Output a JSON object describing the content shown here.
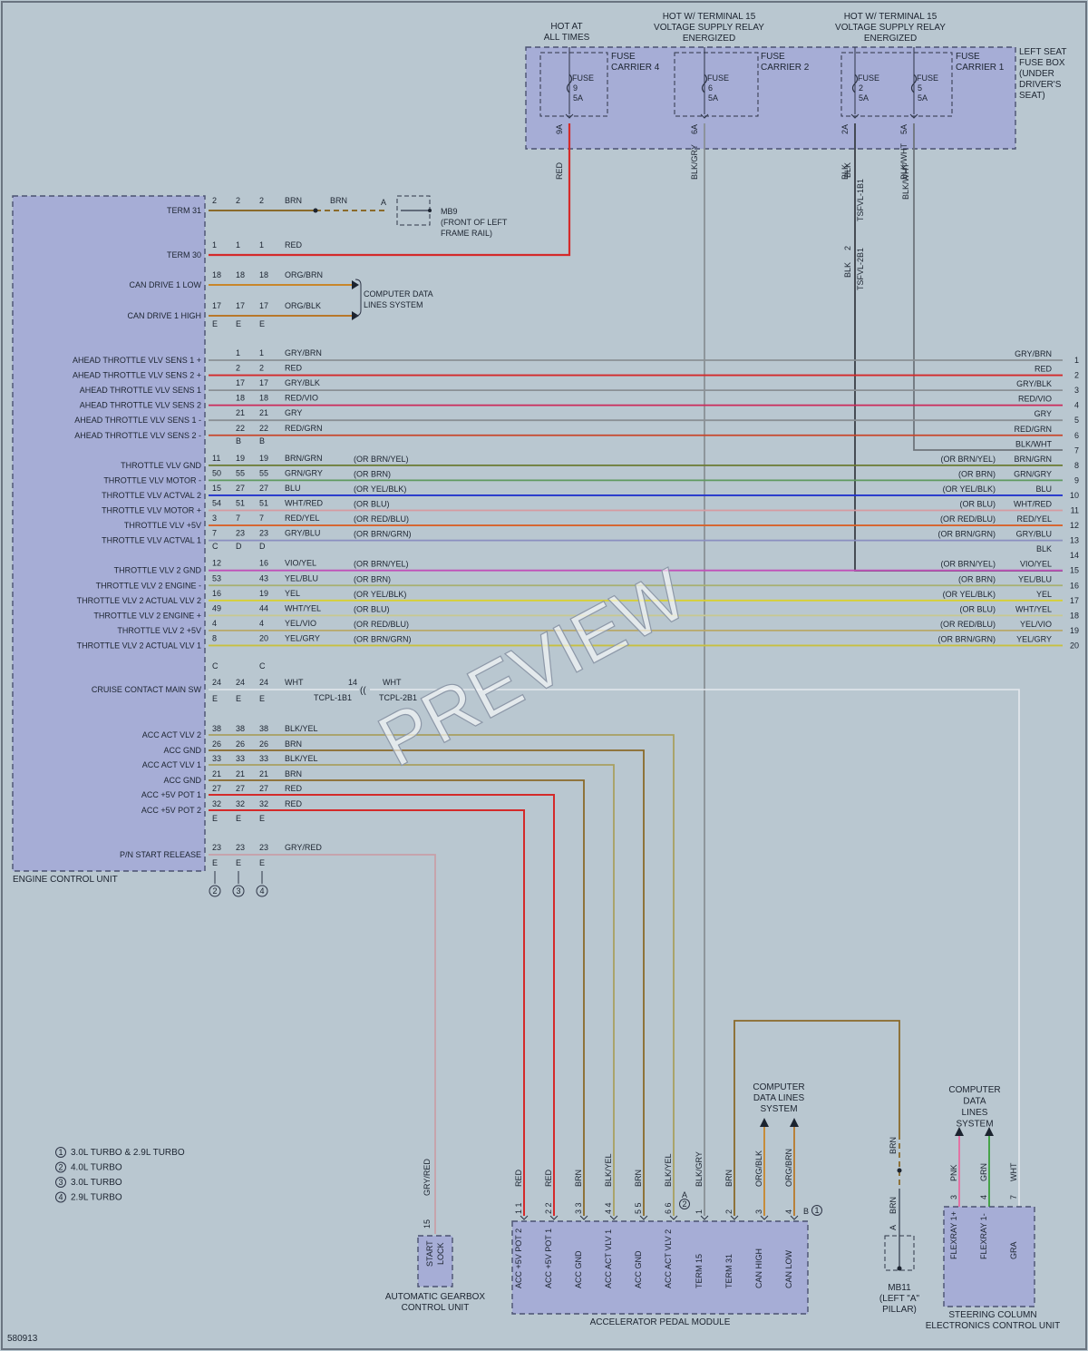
{
  "diagram_id": "580913",
  "watermark": "PREVIEW",
  "power_labels": [
    "HOT AT",
    "ALL TIMES",
    "HOT W/ TERMINAL 15",
    "VOLTAGE SUPPLY RELAY",
    "ENERGIZED"
  ],
  "fuse_box": {
    "label_lines": [
      "LEFT SEAT",
      "FUSE BOX",
      "(UNDER",
      "DRIVER'S",
      "SEAT)"
    ],
    "carriers": [
      "FUSE CARRIER 4",
      "FUSE CARRIER 2",
      "FUSE CARRIER 1"
    ],
    "fuses": [
      {
        "name": "FUSE",
        "num": "9",
        "amp": "5A",
        "pin": "9A",
        "wire": "RED"
      },
      {
        "name": "FUSE",
        "num": "6",
        "amp": "5A",
        "pin": "6A",
        "wire": "BLK/GRY"
      },
      {
        "name": "FUSE",
        "num": "2",
        "amp": "5A",
        "pin": "2A",
        "wire": "BLK"
      },
      {
        "name": "FUSE",
        "num": "5",
        "amp": "5A",
        "pin": "5A",
        "wire": "BLK/WHT"
      }
    ]
  },
  "splices": [
    "TSFVL-1B1",
    "TSFVL-2B1",
    "TCPL-1B1",
    "TCPL-2B1"
  ],
  "ground_mb9": {
    "id": "MB9",
    "desc1": "(FRONT OF LEFT",
    "desc2": "FRAME RAIL)",
    "pin": "A"
  },
  "ground_mb11": {
    "id": "MB11",
    "desc1": "(LEFT \"A\"",
    "desc2": "PILLAR)",
    "pin": "A"
  },
  "ecu": {
    "name": "ENGINE CONTROL UNIT",
    "connector_codes": [
      "B",
      "C",
      "D",
      "E",
      "E"
    ],
    "circuit_rows": [
      {
        "label": "TERM 31",
        "pins": [
          "2",
          "2",
          "2"
        ],
        "color": "BRN",
        "right": "BRN"
      },
      {
        "label": "TERM 30",
        "pins": [
          "1",
          "1",
          "1"
        ],
        "color": "RED",
        "right": ""
      },
      {
        "label": "CAN DRIVE 1 LOW",
        "pins": [
          "18",
          "18",
          "18"
        ],
        "color": "ORG/BRN",
        "right": ""
      },
      {
        "label": "CAN DRIVE 1 HIGH",
        "pins": [
          "17",
          "17",
          "17"
        ],
        "color": "ORG/BLK",
        "right": ""
      }
    ],
    "data_lines_label": [
      "COMPUTER DATA",
      "LINES SYSTEM"
    ],
    "legend_refs": [
      "2",
      "3",
      "4"
    ]
  },
  "throttle_rows": [
    {
      "label": "AHEAD THROTTLE VLV SENS 1 +",
      "pins": [
        "",
        "1",
        "1"
      ],
      "color": "GRY/BRN",
      "alt": "",
      "right": "GRY/BRN",
      "num": "1",
      "hex": "#8a9095"
    },
    {
      "label": "AHEAD THROTTLE VLV SENS 2 +",
      "pins": [
        "",
        "2",
        "2"
      ],
      "color": "RED",
      "alt": "",
      "right": "RED",
      "num": "2",
      "hex": "#d42a2a"
    },
    {
      "label": "AHEAD THROTTLE VLV SENS 1",
      "pins": [
        "",
        "17",
        "17"
      ],
      "color": "GRY/BLK",
      "alt": "",
      "right": "GRY/BLK",
      "num": "3",
      "hex": "#8a9095"
    },
    {
      "label": "AHEAD THROTTLE VLV SENS 2",
      "pins": [
        "",
        "18",
        "18"
      ],
      "color": "RED/VIO",
      "alt": "",
      "right": "RED/VIO",
      "num": "4",
      "hex": "#cc2a5a"
    },
    {
      "label": "AHEAD THROTTLE VLV SENS 1 -",
      "pins": [
        "",
        "21",
        "21"
      ],
      "color": "GRY",
      "alt": "",
      "right": "GRY",
      "num": "5",
      "hex": "#8a9095"
    },
    {
      "label": "AHEAD THROTTLE VLV SENS 2 -",
      "pins": [
        "",
        "22",
        "22"
      ],
      "color": "RED/GRN",
      "alt": "",
      "right": "RED/GRN",
      "num": "6",
      "hex": "#c8452a"
    },
    {
      "label": "",
      "pins": [
        "",
        "",
        ""
      ],
      "color": "",
      "alt": "",
      "right": "BLK/WHT",
      "num": "7",
      "hex": "#6f757c"
    },
    {
      "label": "THROTTLE VLV GND",
      "pins": [
        "11",
        "19",
        "19"
      ],
      "color": "BRN/GRN",
      "alt": "(OR BRN/YEL)",
      "right": "BRN/GRN",
      "num": "8",
      "hex": "#6a7a32"
    },
    {
      "label": "THROTTLE VLV MOTOR -",
      "pins": [
        "50",
        "55",
        "55"
      ],
      "color": "GRN/GRY",
      "alt": "(OR BRN)",
      "right": "GRN/GRY",
      "num": "9",
      "hex": "#5f9a5f"
    },
    {
      "label": "THROTTLE VLV ACTVAL 2",
      "pins": [
        "15",
        "27",
        "27"
      ],
      "color": "BLU",
      "alt": "(OR YEL/BLK)",
      "right": "BLU",
      "num": "10",
      "hex": "#2233cc"
    },
    {
      "label": "THROTTLE VLV MOTOR +",
      "pins": [
        "54",
        "51",
        "51"
      ],
      "color": "WHT/RED",
      "alt": "(OR BLU)",
      "right": "WHT/RED",
      "num": "11",
      "hex": "#d69aa0"
    },
    {
      "label": "THROTTLE VLV +5V",
      "pins": [
        "3",
        "7",
        "7"
      ],
      "color": "RED/YEL",
      "alt": "(OR RED/BLU)",
      "right": "RED/YEL",
      "num": "12",
      "hex": "#d8622a"
    },
    {
      "label": "THROTTLE VLV ACTVAL 1",
      "pins": [
        "7",
        "23",
        "23"
      ],
      "color": "GRY/BLU",
      "alt": "(OR BRN/GRN)",
      "right": "GRY/BLU",
      "num": "13",
      "hex": "#8a8fc0"
    },
    {
      "label": "",
      "pins": [
        "",
        "",
        ""
      ],
      "color": "",
      "alt": "",
      "right": "BLK",
      "num": "14",
      "hex": "#444"
    },
    {
      "label": "THROTTLE VLV 2 GND",
      "pins": [
        "12",
        "",
        "16"
      ],
      "color": "VIO/YEL",
      "alt": "(OR BRN/YEL)",
      "right": "VIO/YEL",
      "num": "15",
      "hex": "#c050b8"
    },
    {
      "label": "THROTTLE VLV 2 ENGINE -",
      "pins": [
        "53",
        "",
        "43"
      ],
      "color": "YEL/BLU",
      "alt": "(OR BRN)",
      "right": "YEL/BLU",
      "num": "16",
      "hex": "#a8b070"
    },
    {
      "label": "THROTTLE VLV 2 ACTUAL VLV 2",
      "pins": [
        "16",
        "",
        "19"
      ],
      "color": "YEL",
      "alt": "(OR YEL/BLK)",
      "right": "YEL",
      "num": "17",
      "hex": "#d8d030"
    },
    {
      "label": "THROTTLE VLV 2 ENGINE +",
      "pins": [
        "49",
        "",
        "44"
      ],
      "color": "WHT/YEL",
      "alt": "(OR BLU)",
      "right": "WHT/YEL",
      "num": "18",
      "hex": "#c8c890"
    },
    {
      "label": "THROTTLE VLV 2 +5V",
      "pins": [
        "4",
        "",
        "4"
      ],
      "color": "YEL/VIO",
      "alt": "(OR RED/BLU)",
      "right": "YEL/VIO",
      "num": "19",
      "hex": "#b8a868"
    },
    {
      "label": "THROTTLE VLV 2 ACTUAL VLV 1",
      "pins": [
        "8",
        "",
        "20"
      ],
      "color": "YEL/GRY",
      "alt": "(OR BRN/GRN)",
      "right": "YEL/GRY",
      "num": "20",
      "hex": "#c8c040"
    }
  ],
  "cruise": {
    "label": "CRUISE CONTACT MAIN SW",
    "pins": [
      "24",
      "24",
      "24"
    ],
    "color": "WHT",
    "pin2": "14",
    "color2": "WHT"
  },
  "acc_rows": [
    {
      "label": "ACC ACT VLV 2",
      "pins": [
        "38",
        "38",
        "38"
      ],
      "color": "BLK/YEL"
    },
    {
      "label": "ACC GND",
      "pins": [
        "26",
        "26",
        "26"
      ],
      "color": "BRN"
    },
    {
      "label": "ACC ACT VLV 1",
      "pins": [
        "33",
        "33",
        "33"
      ],
      "color": "BLK/YEL"
    },
    {
      "label": "ACC GND",
      "pins": [
        "21",
        "21",
        "21"
      ],
      "color": "BRN"
    },
    {
      "label": "ACC +5V POT 1",
      "pins": [
        "27",
        "27",
        "27"
      ],
      "color": "RED"
    },
    {
      "label": "ACC +5V POT 2",
      "pins": [
        "32",
        "32",
        "32"
      ],
      "color": "RED"
    }
  ],
  "pn": {
    "label": "P/N START RELEASE",
    "pins": [
      "23",
      "23",
      "23"
    ],
    "color": "GRY/RED"
  },
  "legend": [
    {
      "n": "1",
      "text": "3.0L TURBO & 2.9L TURBO"
    },
    {
      "n": "2",
      "text": "4.0L TURBO"
    },
    {
      "n": "3",
      "text": "3.0L TURBO"
    },
    {
      "n": "4",
      "text": "2.9L TURBO"
    }
  ],
  "gearbox": {
    "name": [
      "AUTOMATIC GEARBOX",
      "CONTROL UNIT"
    ],
    "pin": "15",
    "pin_label": "START LOCK",
    "wire": "GRY/RED"
  },
  "pedal": {
    "name": "ACCELERATOR PEDAL MODULE",
    "pins": [
      {
        "label": "ACC +5V POT 2",
        "wire": "RED",
        "num": "1 1"
      },
      {
        "label": "ACC +5V POT 1",
        "wire": "RED",
        "num": "2 2"
      },
      {
        "label": "ACC GND",
        "wire": "BRN",
        "num": "3 3"
      },
      {
        "label": "ACC ACT VLV 1",
        "wire": "BLK/YEL",
        "num": "4 4"
      },
      {
        "label": "ACC GND",
        "wire": "BRN",
        "num": "5 5"
      },
      {
        "label": "ACC ACT VLV 2",
        "wire": "BLK/YEL",
        "num": "6 6"
      },
      {
        "label": "TERM 15",
        "wire": "BLK/GRY",
        "num": "1"
      },
      {
        "label": "TERM 31",
        "wire": "BRN",
        "num": "2"
      },
      {
        "label": "CAN HIGH",
        "wire": "ORG/BLK",
        "num": "3"
      },
      {
        "label": "CAN LOW",
        "wire": "ORG/BRN",
        "num": "4"
      }
    ],
    "data_lines": [
      "COMPUTER",
      "DATA LINES",
      "SYSTEM"
    ],
    "conn_a": "A",
    "conn_b": "B",
    "ref": "2",
    "ref2": "1"
  },
  "steering": {
    "name": [
      "STEERING COLUMN",
      "ELECTRONICS CONTROL UNIT"
    ],
    "data_lines": [
      "COMPUTER",
      "DATA",
      "LINES",
      "SYSTEM"
    ],
    "pins": [
      {
        "label": "FLEXRAY 1+",
        "wire": "PNK",
        "num": "3"
      },
      {
        "label": "FLEXRAY 1-",
        "wire": "GRN",
        "num": "4"
      },
      {
        "label": "GRA",
        "wire": "WHT",
        "num": "7"
      }
    ]
  },
  "mb11_wires": [
    "BRN",
    "BRN"
  ]
}
